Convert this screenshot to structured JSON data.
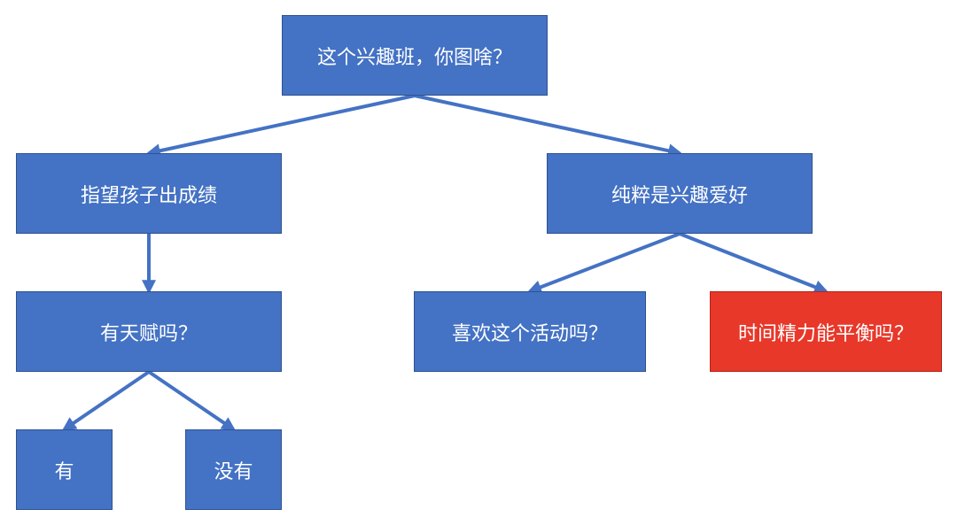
{
  "nodes": {
    "root": "这个兴趣班，你图啥？",
    "expect": "指望孩子出成绩",
    "pure": "纯粹是兴趣爱好",
    "talent": "有天赋吗？",
    "like": "喜欢这个活动吗？",
    "time": "时间精力能平衡吗？",
    "yes": "有",
    "no": "没有"
  },
  "edges": [
    {
      "from": "root",
      "to": "expect"
    },
    {
      "from": "root",
      "to": "pure"
    },
    {
      "from": "expect",
      "to": "talent"
    },
    {
      "from": "pure",
      "to": "like"
    },
    {
      "from": "pure",
      "to": "time"
    },
    {
      "from": "talent",
      "to": "yes"
    },
    {
      "from": "talent",
      "to": "no"
    }
  ],
  "colors": {
    "node_fill": "#4472C4",
    "node_border": "#2F528F",
    "highlight_fill": "#E8382A",
    "edge": "#4472C4",
    "text": "#FFFFFF"
  }
}
